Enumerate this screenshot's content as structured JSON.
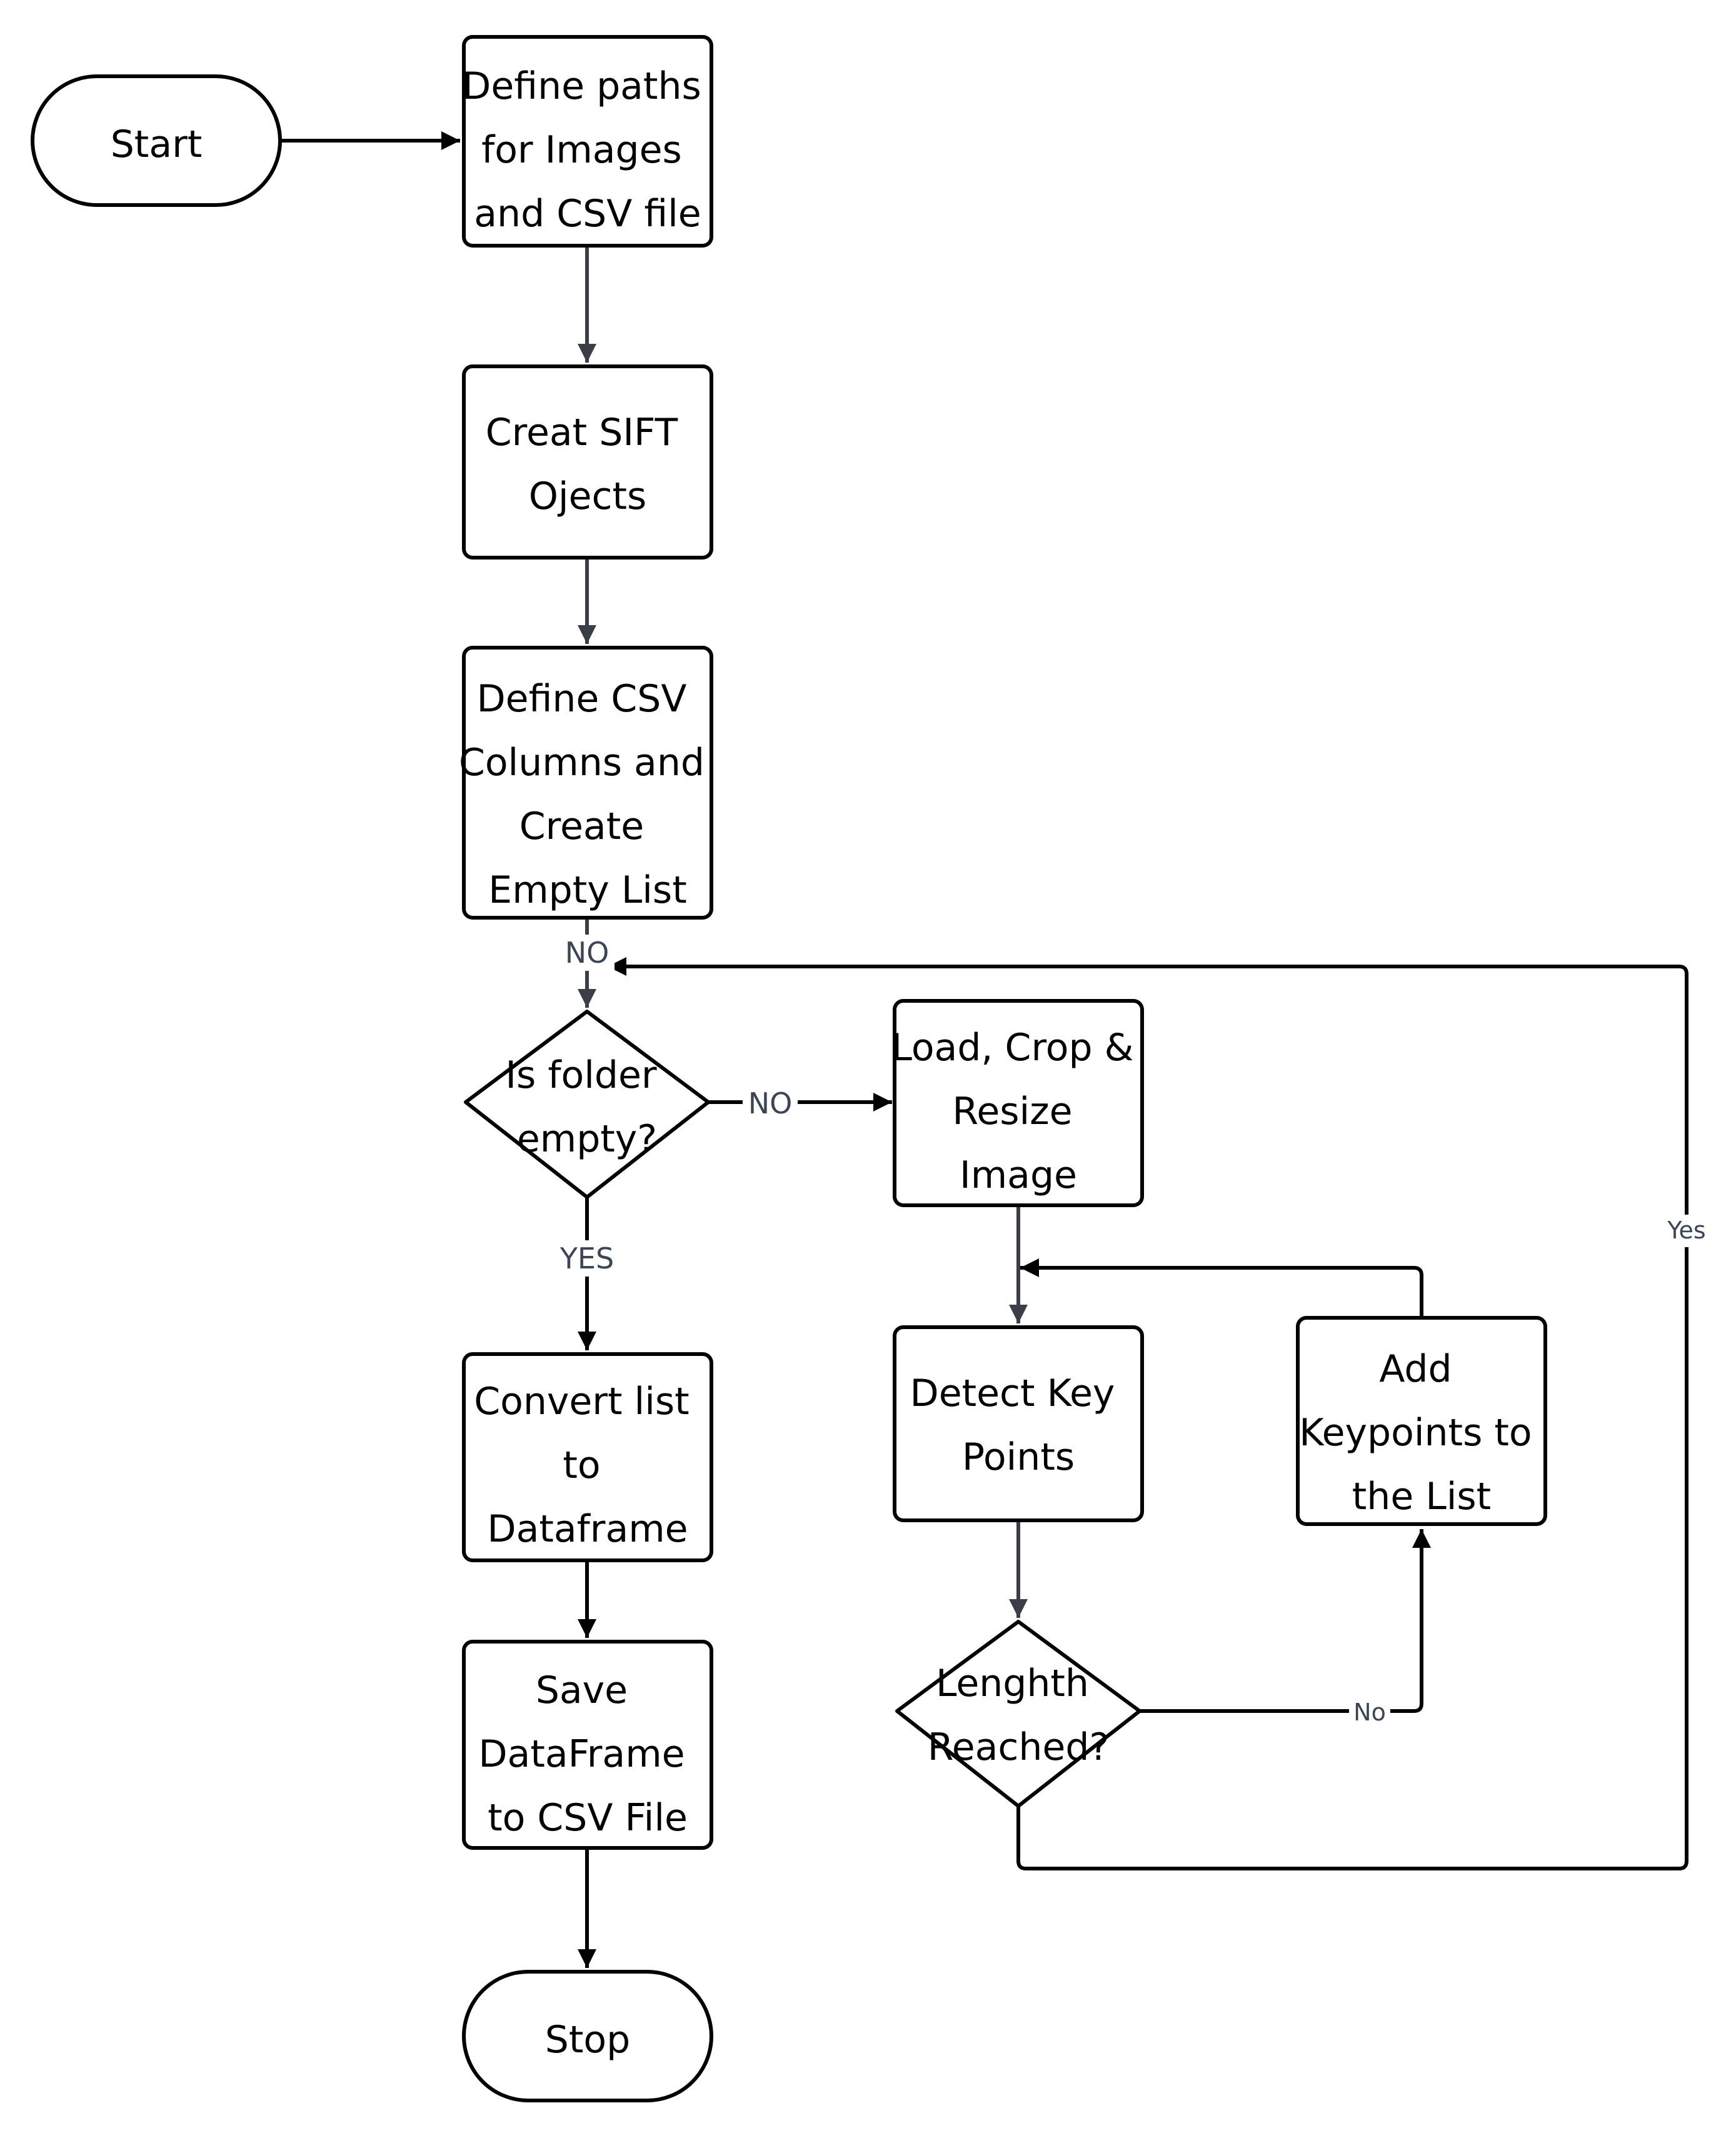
{
  "nodes": {
    "start": {
      "lines": [
        "Start"
      ]
    },
    "define_paths": {
      "lines": [
        "Define paths",
        "for Images",
        "and CSV file"
      ]
    },
    "create_sift": {
      "lines": [
        "Creat SIFT",
        "Ojects"
      ]
    },
    "define_csv": {
      "lines": [
        "Define CSV",
        "Columns and",
        "Create",
        "Empty List"
      ]
    },
    "folder_empty": {
      "lines": [
        "Is folder",
        "empty?"
      ]
    },
    "load_crop": {
      "lines": [
        "Load, Crop &",
        "Resize",
        "Image"
      ]
    },
    "detect_kp": {
      "lines": [
        "Detect Key",
        "Points"
      ]
    },
    "add_kp": {
      "lines": [
        "Add",
        "Keypoints to",
        "the List"
      ]
    },
    "length_reached": {
      "lines": [
        "Lenghth",
        "Reached?"
      ]
    },
    "convert_list": {
      "lines": [
        "Convert list",
        "to",
        "Dataframe"
      ]
    },
    "save_df": {
      "lines": [
        "Save",
        "DataFrame",
        "to CSV File"
      ]
    },
    "stop": {
      "lines": [
        "Stop"
      ]
    }
  },
  "edge_labels": {
    "loop_entry": "NO",
    "folder_no": "NO",
    "folder_yes": "YES",
    "length_no": "No",
    "length_yes": "Yes"
  },
  "colors": {
    "stroke": "#000000",
    "connector_grey": "#3a3f47",
    "label_text": "#3a4658",
    "background": "#ffffff"
  }
}
